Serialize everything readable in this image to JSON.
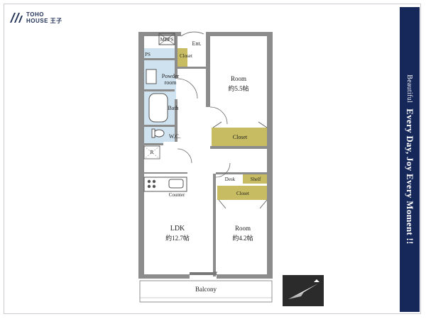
{
  "brand": {
    "line1": "TOHO",
    "line2": "HOUSE 王子"
  },
  "banner": {
    "word1": "Beautiful",
    "phrase": "Every Day, Joy Every Moment !!"
  },
  "rooms": {
    "mbps": "MBPS",
    "entrance": "Ent.",
    "closet_entrance": "Closet",
    "ps": "PS",
    "powder_room_1": "Powder",
    "powder_room_2": "room",
    "bath": "Bath",
    "wc": "W.C.",
    "r": "R",
    "room_north": "Room",
    "room_north_size": "約5.5帖",
    "closet_north": "Closet",
    "desk": "Desk",
    "shelf": "Shelf",
    "closet_south": "Closet",
    "counter": "Counter",
    "ldk": "LDK",
    "ldk_size": "約12.7帖",
    "room_south": "Room",
    "room_south_size": "約4.2帖",
    "balcony": "Balcony"
  },
  "colors": {
    "wall": "#8c8c8c",
    "wet_area": "#cfe2ef",
    "closet": "#c7bc61",
    "banner": "#16275a",
    "text": "#222222"
  }
}
